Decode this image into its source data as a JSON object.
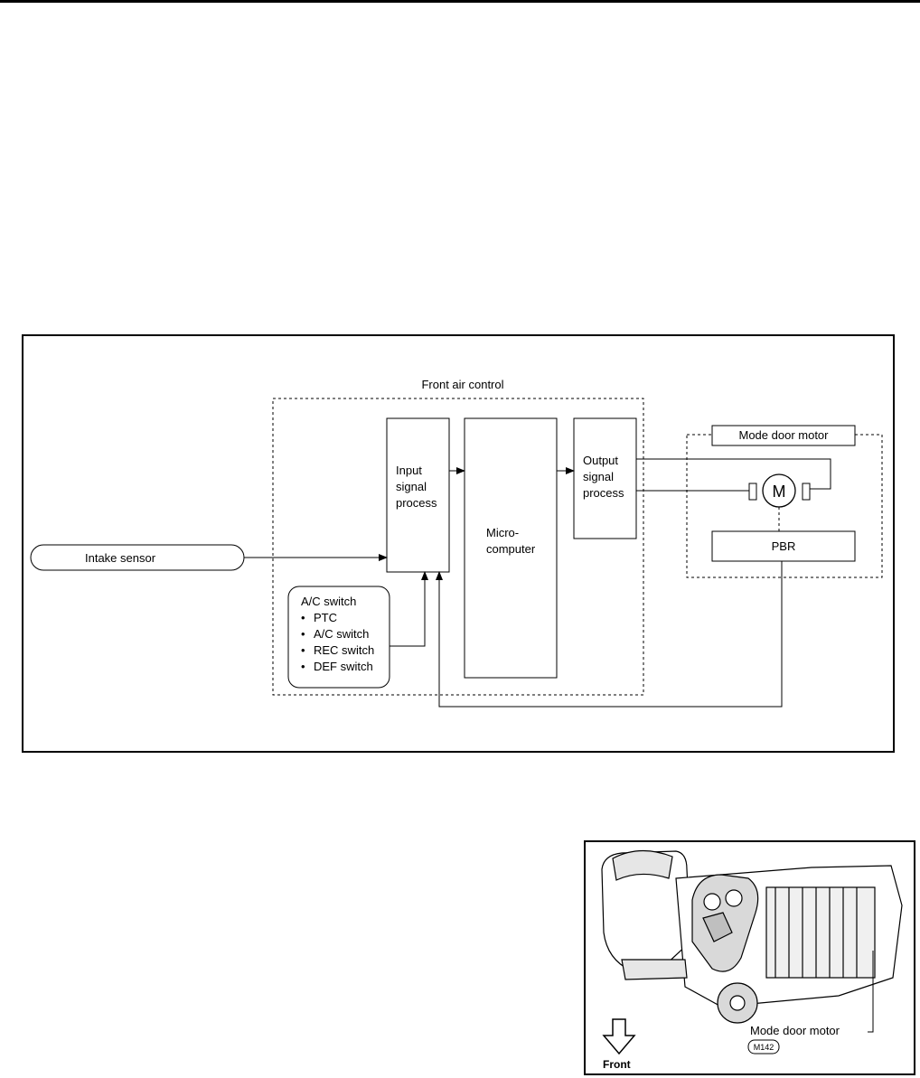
{
  "diagram": {
    "front_air_control_label": "Front air control",
    "input_signal_process": [
      "Input",
      "signal",
      "process"
    ],
    "micro_computer": [
      "Micro-",
      "computer"
    ],
    "output_signal_process": [
      "Output",
      "signal",
      "process"
    ],
    "mode_door_motor_label": "Mode door motor",
    "motor_symbol": "M",
    "pbr_label": "PBR",
    "intake_sensor_label": "Intake sensor",
    "ac_switch_group": {
      "title": "A/C switch",
      "items": [
        "PTC",
        "A/C switch",
        "REC switch",
        "DEF switch"
      ],
      "bullet": "•"
    }
  },
  "illustration": {
    "callout_label": "Mode door motor",
    "connector_label": "M142",
    "direction_label": "Front"
  },
  "colors": {
    "line": "#000000",
    "background": "#ffffff",
    "illustration_gray": "#bfbfbf"
  }
}
